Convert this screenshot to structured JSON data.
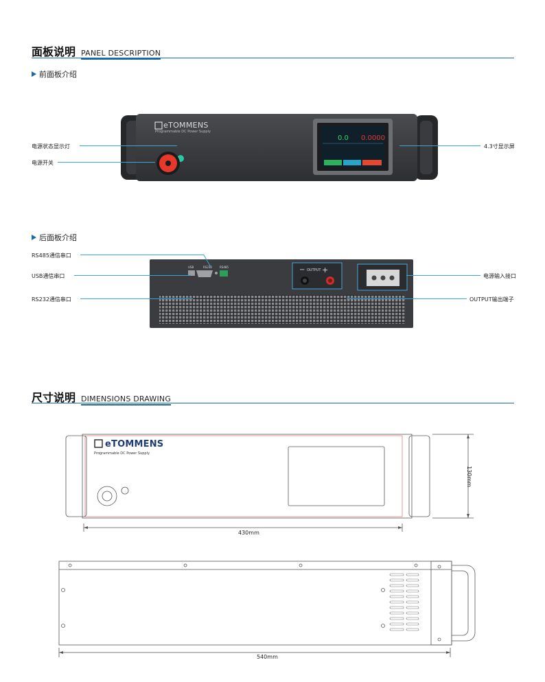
{
  "section1": {
    "title_zh": "面板说明",
    "title_en": "PANEL DESCRIPTION"
  },
  "front": {
    "subtitle": "前面板介绍",
    "labels": {
      "indicator": "电源状态显示灯",
      "power_switch": "电源开关",
      "screen": "4.3寸显示屏"
    },
    "brand": "eTOMMENS",
    "brand_sub": "Programmable DC Power Supply",
    "lcd": {
      "voltage": "0.0",
      "current": "0.0000"
    }
  },
  "rear": {
    "subtitle": "后面板介绍",
    "labels": {
      "rs485": "RS485通信串口",
      "usb": "USB通信串口",
      "rs232": "RS232通信串口",
      "power_input": "电源输入接口",
      "output": "OUTPUT输出端子"
    },
    "port_labels": {
      "usb": "USB",
      "rs232": "RS232",
      "rs485": "RS485"
    },
    "output_text": "OUTPUT",
    "minus": "−",
    "plus": "+"
  },
  "section2": {
    "title_zh": "尺寸说明",
    "title_en": "DIMENSIONS DRAWING"
  },
  "dims": {
    "brand": "eTOMMENS",
    "brand_sub": "Programmable  DC  Power  Supply",
    "width": "430mm",
    "height": "130mm",
    "length": "540mm"
  },
  "colors": {
    "accent": "#1b6aa8",
    "leader": "#3aa6d8",
    "device": "#3a3b3e",
    "lcd_voltage": "#34d26a",
    "lcd_current": "#e23a2e"
  }
}
